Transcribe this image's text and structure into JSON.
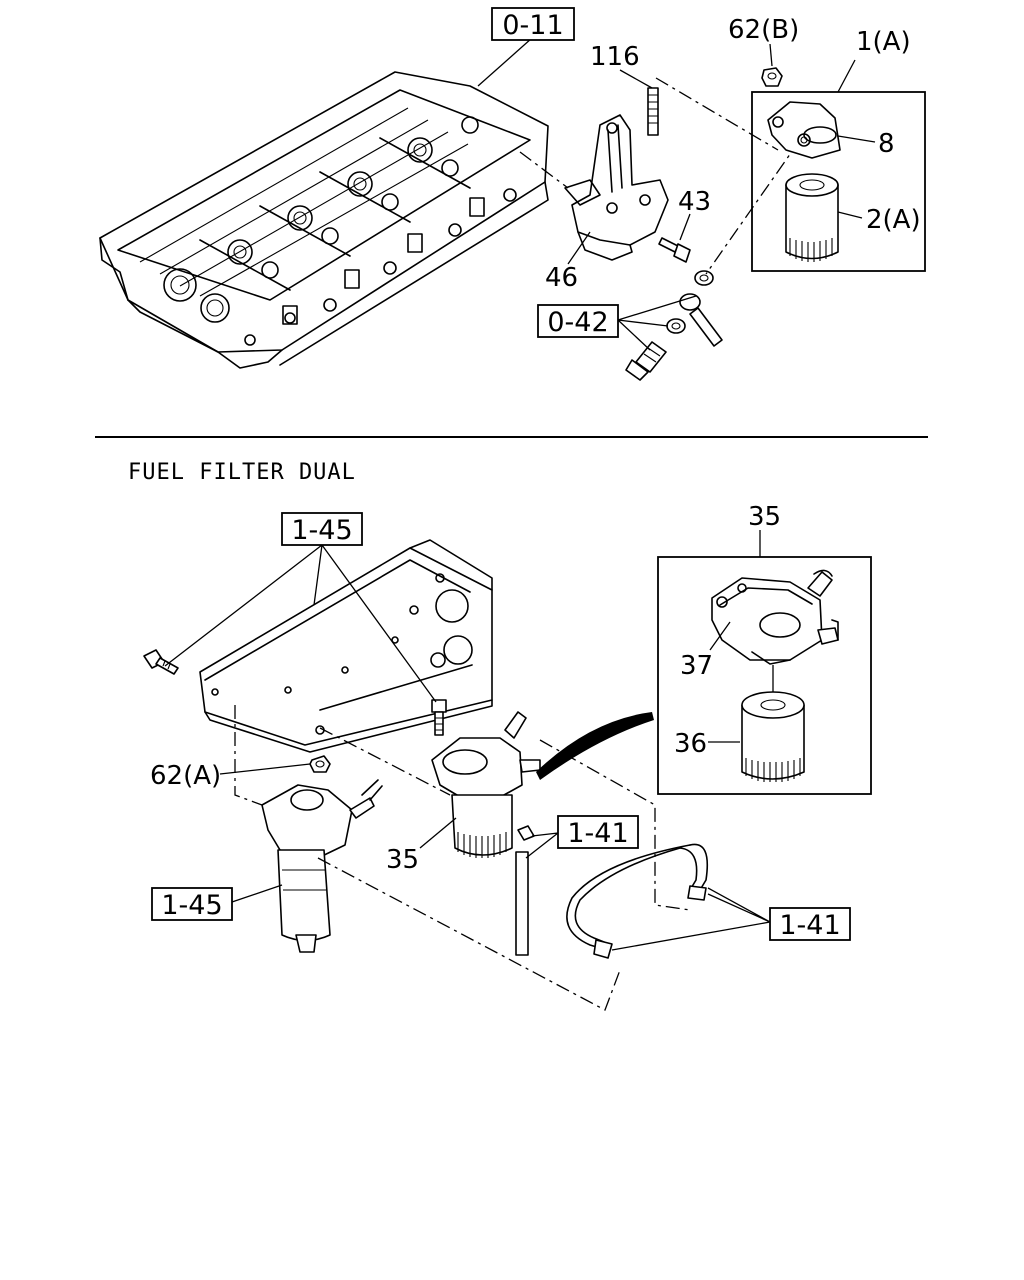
{
  "section": {
    "title": "FUEL FILTER DUAL"
  },
  "refs": {
    "r0_11": "0-11",
    "r0_42": "0-42",
    "r1_45_top": "1-45",
    "r1_45_left": "1-45",
    "r1_41_mid": "1-41",
    "r1_41_right": "1-41"
  },
  "labels": {
    "p116": "116",
    "p62b": "62(B)",
    "p1a": "1(A)",
    "p8": "8",
    "p2a": "2(A)",
    "p43": "43",
    "p46": "46",
    "p35_top": "35",
    "p37": "37",
    "p36": "36",
    "p62a": "62(A)",
    "p35_mid": "35"
  }
}
